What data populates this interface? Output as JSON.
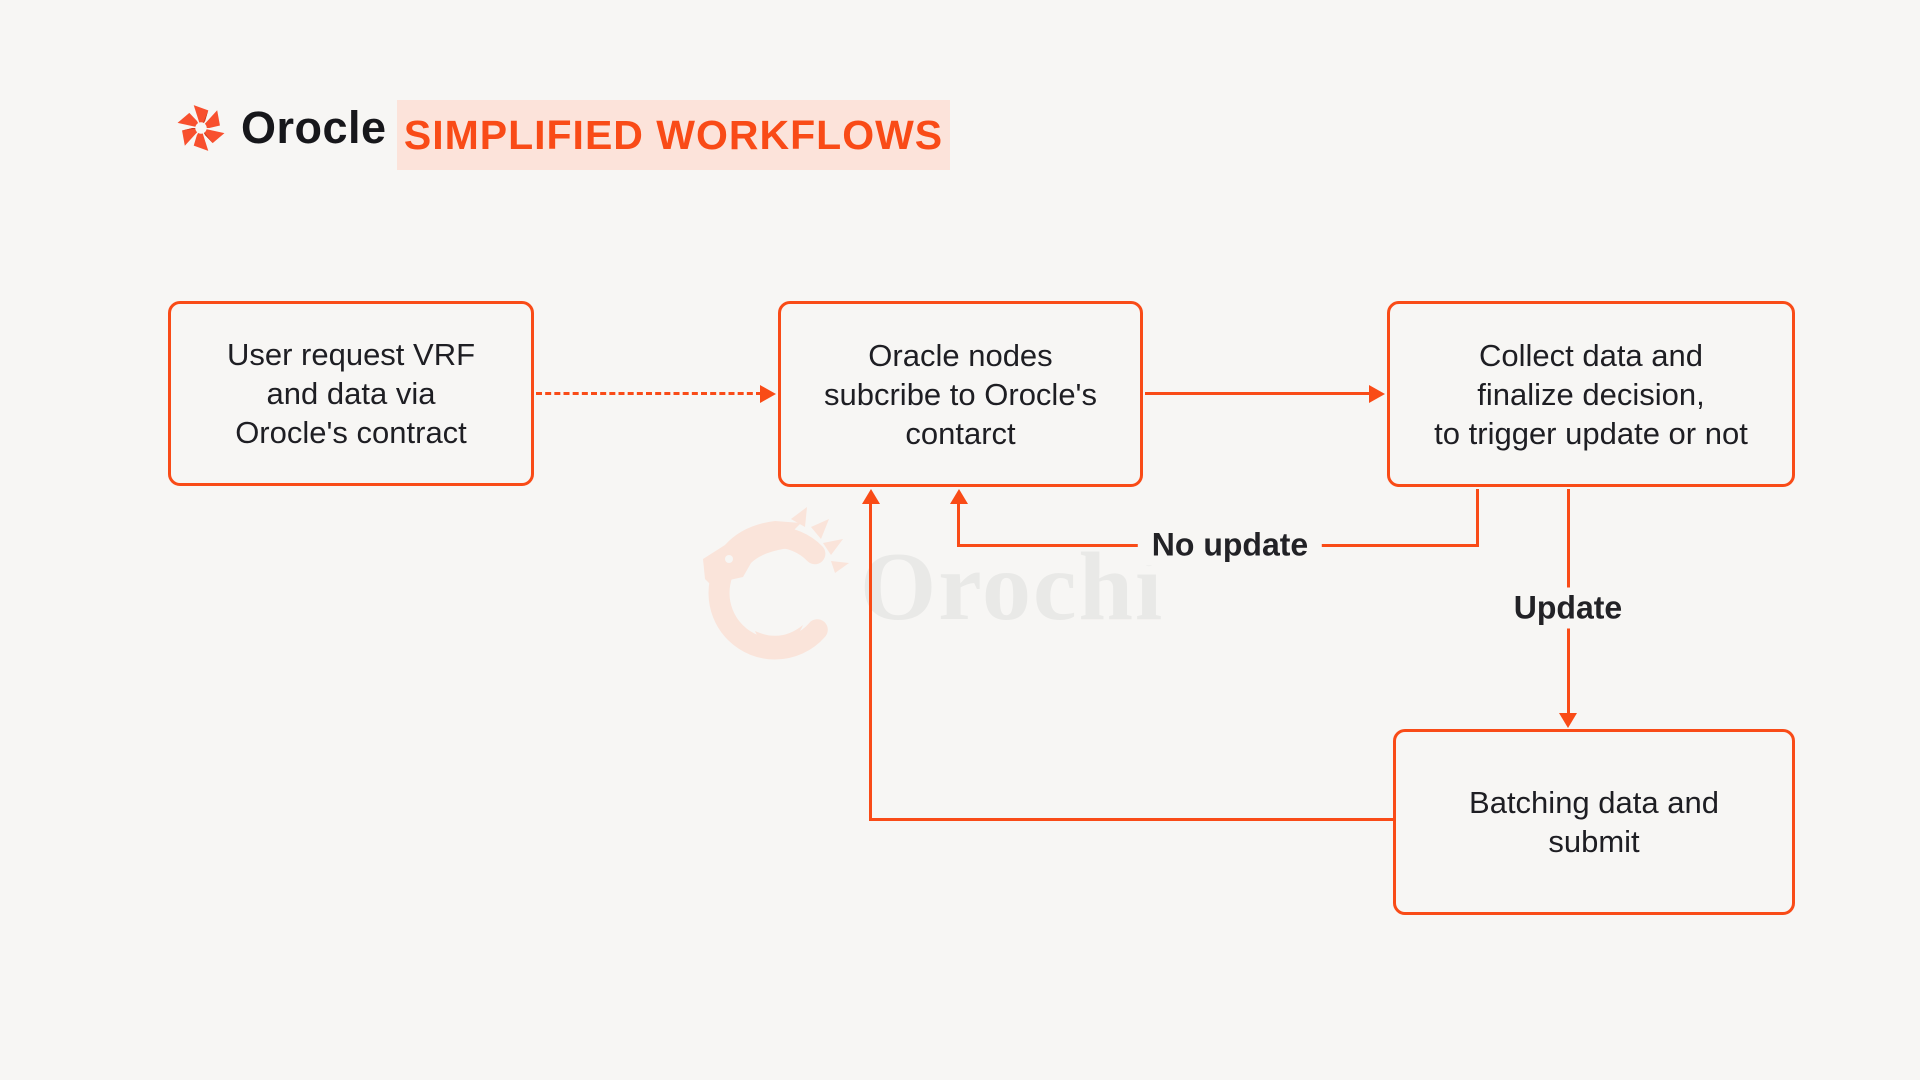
{
  "page": {
    "background_color": "#f7f6f4",
    "accent_color": "#f94b17",
    "badge_background_color": "#fce3da",
    "text_color": "#1e1e23",
    "watermark_color": "#e9e9e7",
    "watermark_dragon_color": "#fae4da"
  },
  "header": {
    "brand": "Orocle",
    "badge": "SIMPLIFIED WORKFLOWS"
  },
  "watermark": {
    "text": "Orochi"
  },
  "diagram": {
    "nodes": [
      {
        "id": "user-request",
        "lines": [
          "User request VRF",
          "and data via",
          "Orocle's contract"
        ]
      },
      {
        "id": "oracle-nodes",
        "lines": [
          "Oracle nodes",
          "subcribe to Orocle's",
          "contarct"
        ]
      },
      {
        "id": "collect-data",
        "lines": [
          "Collect data and",
          "finalize decision,",
          "to trigger update or not"
        ]
      },
      {
        "id": "batching",
        "lines": [
          "Batching data and",
          "submit"
        ]
      }
    ],
    "edge_labels": {
      "no_update": "No update",
      "update": "Update"
    }
  }
}
